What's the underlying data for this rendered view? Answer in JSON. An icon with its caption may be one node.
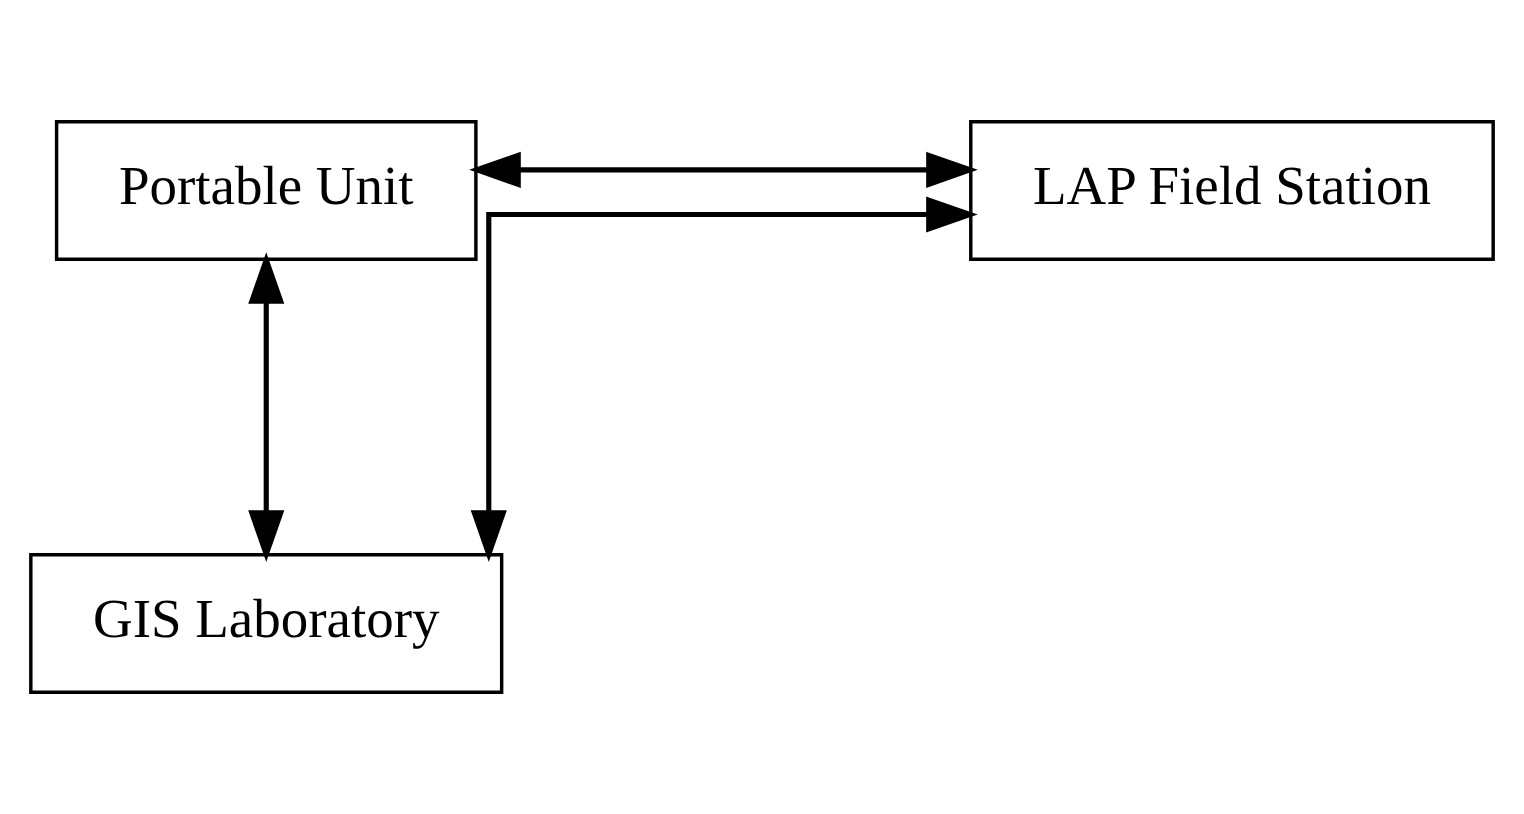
{
  "diagram": {
    "nodes": [
      {
        "text": [
          "Portable Unit"
        ]
      },
      {
        "text": [
          "LAP Field Station"
        ]
      },
      {
        "text": [
          "GIS Laboratory"
        ]
      }
    ],
    "edges": [
      {
        "from": 0,
        "to": 1,
        "arrow": "both"
      },
      {
        "from": 0,
        "to": 2,
        "arrow": "both"
      },
      {
        "from": 2,
        "to": 1,
        "arrow": "both"
      }
    ]
  }
}
